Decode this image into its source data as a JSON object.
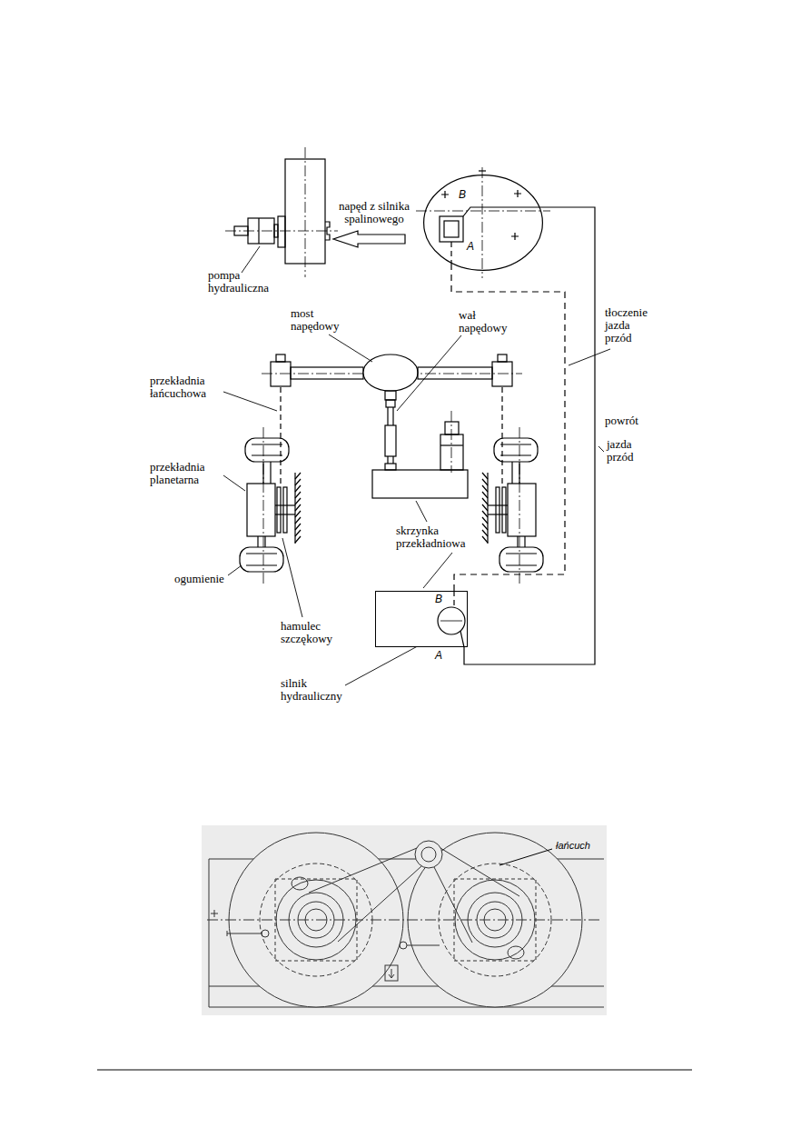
{
  "diagram": {
    "nodes": [
      {
        "text": [
          "B",
          "A"
        ]
      },
      {
        "text": [
          "B",
          "A"
        ]
      }
    ],
    "edges": [
      {
        "from": 0,
        "to": 1,
        "arrow": "none"
      },
      {
        "from": 0,
        "to": 1,
        "arrow": "none"
      }
    ],
    "labels": [
      "napęd z silnika spalinowego",
      "pompa hydrauliczna",
      "most napędowy",
      "wał napędowy",
      "tłoczenie jazda przód",
      "przekładnia łańcuchowa",
      "powrót",
      "jazda przód",
      "przekładnia planetarna",
      "skrzynka przekładniowa",
      "ogumienie",
      "hamulec szczękowy",
      "silnik hydrauliczny",
      "łańcuch"
    ]
  }
}
